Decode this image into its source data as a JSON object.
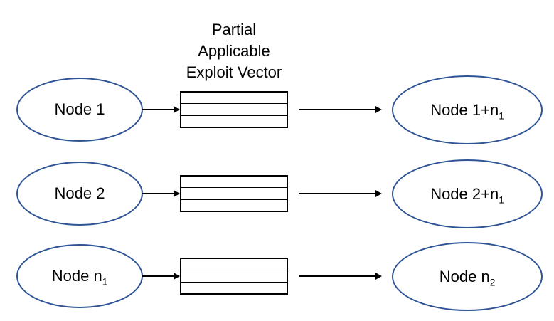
{
  "title": {
    "lines": [
      "Partial",
      "Applicable",
      "Exploit Vector"
    ]
  },
  "colors": {
    "ellipse_stroke": "#2F5496",
    "line_color": "#000000",
    "text_color": "#000000",
    "background": "#FFFFFF"
  },
  "rows": [
    {
      "left": {
        "text": "Node 1",
        "sub": ""
      },
      "right": {
        "text": "Node 1+n",
        "sub": "1"
      }
    },
    {
      "left": {
        "text": "Node 2",
        "sub": ""
      },
      "right": {
        "text": "Node 2+n",
        "sub": "1"
      }
    },
    {
      "left": {
        "text": "Node n",
        "sub": "1"
      },
      "right": {
        "text": "Node n",
        "sub": "2"
      }
    }
  ]
}
